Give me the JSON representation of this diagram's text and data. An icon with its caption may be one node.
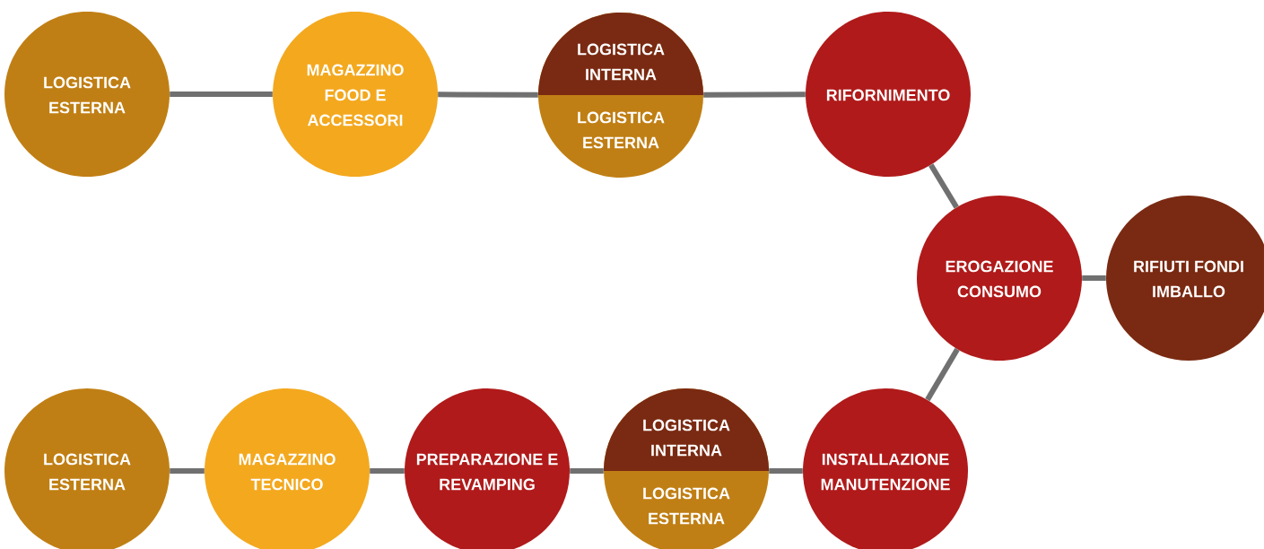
{
  "diagram": {
    "nodes": [
      {
        "text": [
          "LOGISTICA ESTERNA"
        ]
      },
      {
        "text": [
          "MAGAZZINO FOOD E ACCESSORI"
        ]
      },
      {
        "text": [
          "LOGISTICA INTERNA",
          "LOGISTICA ESTERNA"
        ]
      },
      {
        "text": [
          "RIFORNIMENTO"
        ]
      },
      {
        "text": [
          "EROGAZIONE CONSUMO"
        ]
      },
      {
        "text": [
          "RIFIUTI FONDI IMBALLO"
        ]
      },
      {
        "text": [
          "LOGISTICA ESTERNA"
        ]
      },
      {
        "text": [
          "MAGAZZINO TECNICO"
        ]
      },
      {
        "text": [
          "PREPARAZIONE E REVAMPING"
        ]
      },
      {
        "text": [
          "LOGISTICA INTERNA",
          "LOGISTICA ESTERNA"
        ]
      },
      {
        "text": [
          "INSTALLAZIONE MANUTENZIONE"
        ]
      }
    ],
    "edges": [
      {
        "from": 0,
        "to": 1,
        "arrow": "none"
      },
      {
        "from": 1,
        "to": 2,
        "arrow": "none"
      },
      {
        "from": 2,
        "to": 3,
        "arrow": "none"
      },
      {
        "from": 3,
        "to": 4,
        "arrow": "none"
      },
      {
        "from": 4,
        "to": 5,
        "arrow": "none"
      },
      {
        "from": 4,
        "to": 10,
        "arrow": "none"
      },
      {
        "from": 10,
        "to": 9,
        "arrow": "none"
      },
      {
        "from": 9,
        "to": 8,
        "arrow": "none"
      },
      {
        "from": 8,
        "to": 7,
        "arrow": "none"
      },
      {
        "from": 7,
        "to": 6,
        "arrow": "none"
      }
    ]
  }
}
